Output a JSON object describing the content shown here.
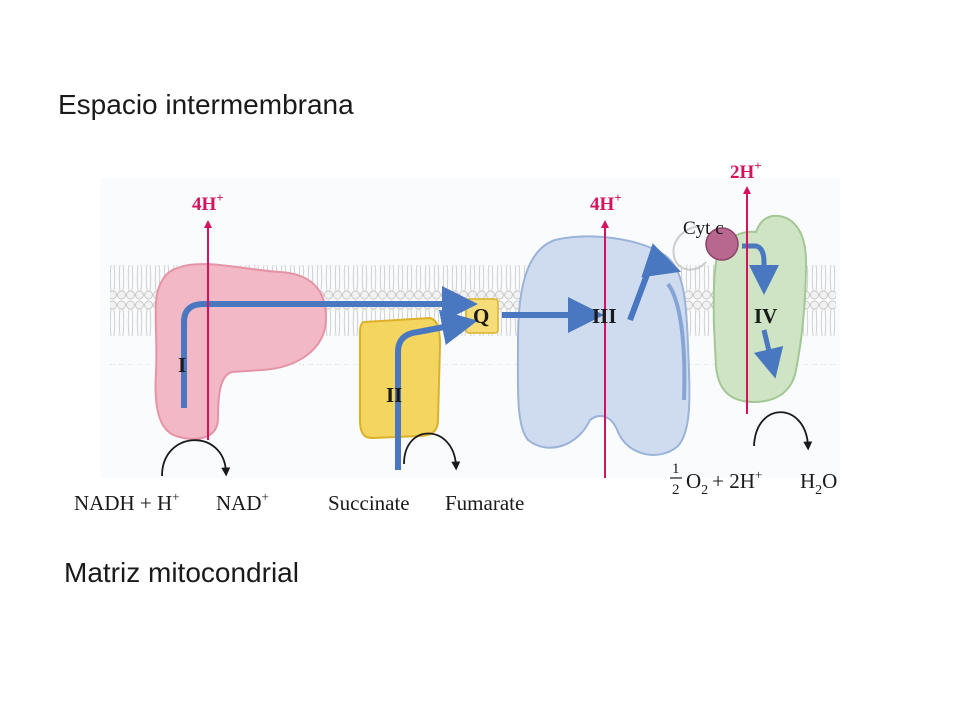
{
  "regions": {
    "top": "Espacio intermembrana",
    "bottom": "Matriz mitocondrial"
  },
  "complexes": {
    "I": "I",
    "II": "II",
    "III": "III",
    "IV": "IV",
    "Q": "Q",
    "cyt": "Cyt c"
  },
  "protons": {
    "complex1": "4H",
    "complex3": "4H",
    "complex4": "2H",
    "charge": "+"
  },
  "reactions": {
    "nadh": "NADH + H",
    "nad": "NAD",
    "succinate": "Succinate",
    "fumarate": "Fumarate",
    "o2_num": "1",
    "o2_den": "2",
    "o2": "O",
    "o2_sub": "2",
    "o2_plus": "+ 2H",
    "water_h": "H",
    "water_sub": "2",
    "water_o": "O",
    "charge": "+"
  },
  "colors": {
    "proton_pink": "#d6125e",
    "electron_blue": "#4a78c0",
    "complex1": "#f2b8c6",
    "complex2": "#f3d560",
    "complex3": "#cfdcf0",
    "complex4": "#cfe4c4",
    "cytc": "#b8688e",
    "q_box": "#f7dd7a"
  }
}
